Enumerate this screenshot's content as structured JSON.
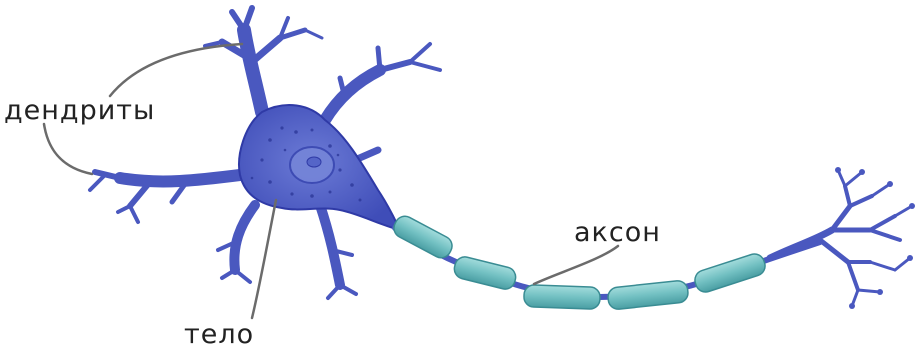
{
  "labels": {
    "dendrites": "дендриты",
    "axon": "аксон",
    "soma": "тело"
  },
  "colors": {
    "neuron_body": "#4f5fc4",
    "neuron_edge": "#2c35a0",
    "nucleus": "#7f8ede",
    "myelin": "#79c8c8",
    "myelin_edge": "#3a8c93",
    "leader_line": "#6b6b6b"
  }
}
